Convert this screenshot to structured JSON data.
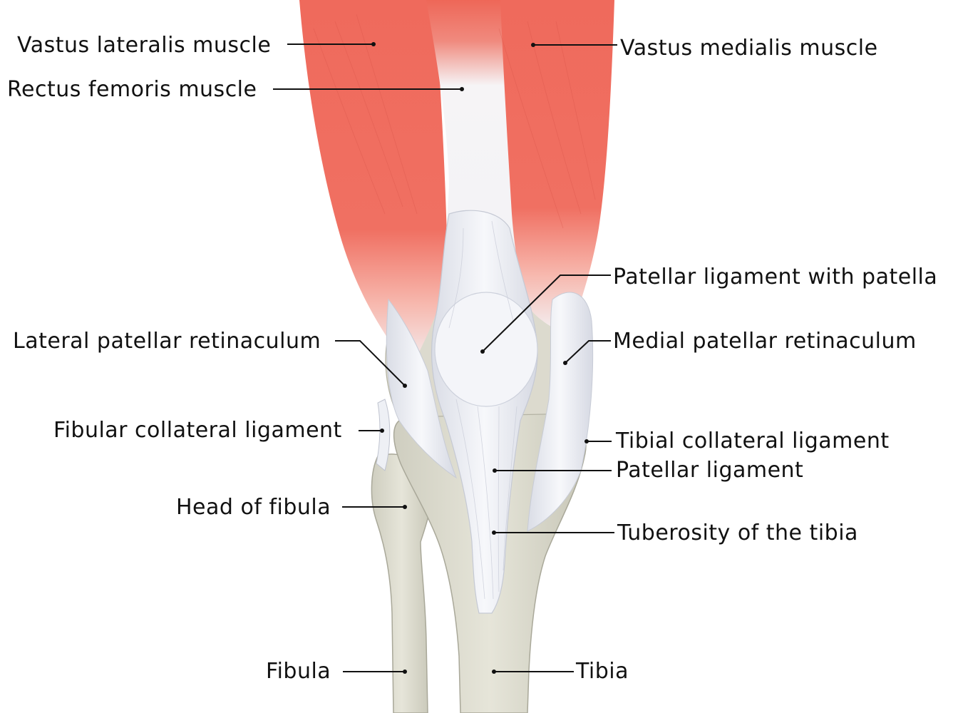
{
  "diagram": {
    "colors": {
      "muscle": "#ef6a5c",
      "muscle_dark": "#d9473c",
      "tendon": "#f2f4f8",
      "ligament_shadow": "#c9cedb",
      "bone": "#e4e3d6",
      "bone_shadow": "#bdbcae",
      "line": "#111111"
    },
    "labels": {
      "vastus_lateralis": "Vastus lateralis muscle",
      "vastus_medialis": "Vastus medialis muscle",
      "rectus_femoris": "Rectus femoris muscle",
      "patellar_lig_with_patella": "Patellar ligament with patella",
      "lateral_retinaculum": "Lateral patellar retinaculum",
      "medial_retinaculum": "Medial patellar retinaculum",
      "fibular_collateral": "Fibular collateral ligament",
      "tibial_collateral": "Tibial collateral ligament",
      "patellar_ligament": "Patellar ligament",
      "head_of_fibula": "Head of fibula",
      "tuberosity_tibia": "Tuberosity of the tibia",
      "fibula": "Fibula",
      "tibia": "Tibia"
    }
  }
}
